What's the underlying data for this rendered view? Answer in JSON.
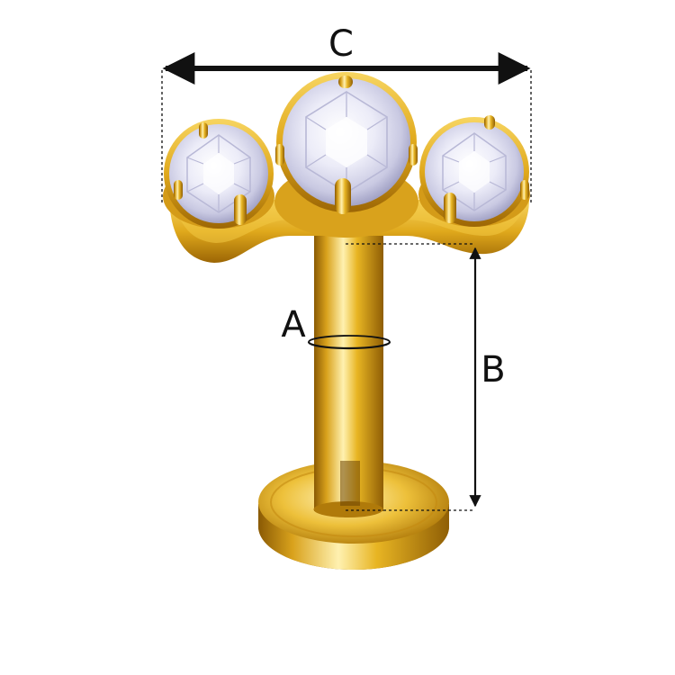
{
  "labels": {
    "a": "A",
    "b": "B",
    "c": "C"
  },
  "colors": {
    "gold_light": "#FBE38A",
    "gold_mid": "#E8B523",
    "gold_dark": "#A66F06",
    "gem_light": "#FFFFFF",
    "gem_mid": "#E4E4F4",
    "gem_dark": "#9E9EC2",
    "ink": "#111111"
  },
  "icons": {
    "product": "gold-labret-piercing-with-three-crystals",
    "arrow_c": "double-headed-arrow-horizontal",
    "arrow_b": "double-headed-arrow-vertical",
    "ring_a": "diameter-ring-marker"
  }
}
